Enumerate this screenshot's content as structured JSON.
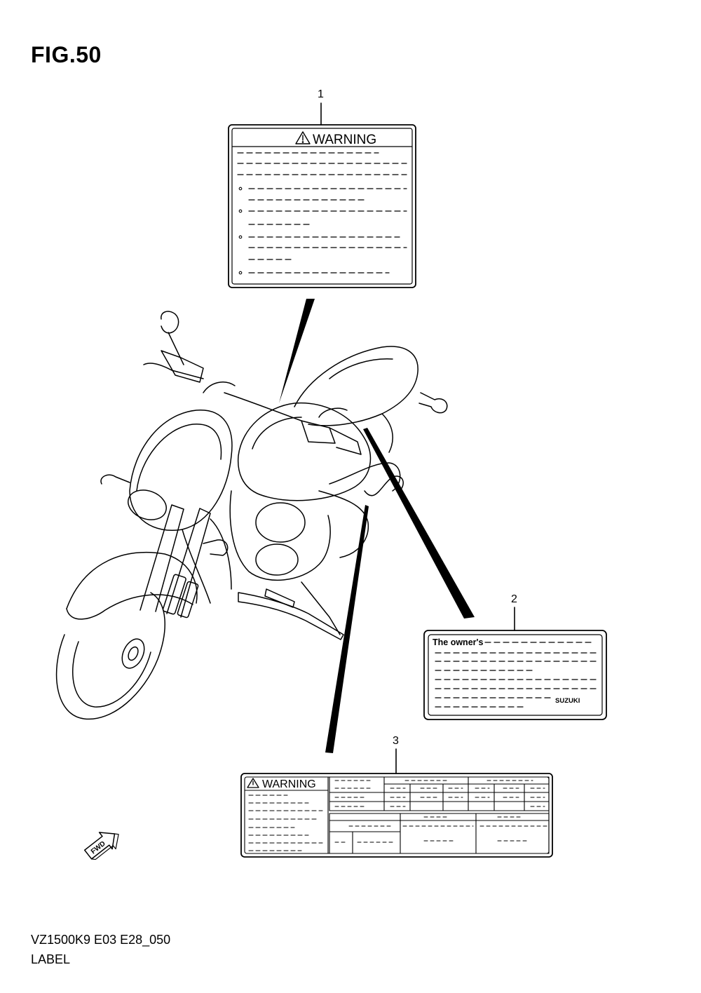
{
  "figure": {
    "title": "FIG.50",
    "code": "VZ1500K9 E03 E28_050",
    "name": "LABEL"
  },
  "callouts": [
    {
      "number": "1"
    },
    {
      "number": "2"
    },
    {
      "number": "3"
    }
  ],
  "labels": {
    "warning_label": {
      "heading": "WARNING"
    },
    "owners_label": {
      "heading": "The owner's",
      "brand": "SUZUKI"
    },
    "warning_table_label": {
      "heading": "WARNING"
    }
  },
  "direction_marker": {
    "text": "FWD",
    "icon": "forward-arrow-icon"
  }
}
